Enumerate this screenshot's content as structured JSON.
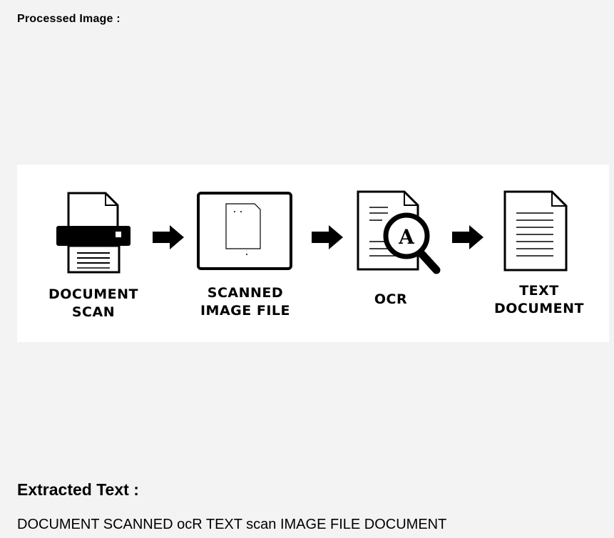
{
  "processed_image": {
    "label": "Processed Image :",
    "steps": [
      {
        "line1": "DOCUMENT",
        "line2": "SCAN",
        "icon": "printer-scanner-icon"
      },
      {
        "line1": "SCANNED",
        "line2": "IMAGE FILE",
        "icon": "image-file-icon"
      },
      {
        "line1": "OCR",
        "line2": "",
        "icon": "magnifier-document-icon"
      },
      {
        "line1": "TEXT",
        "line2": "DOCUMENT",
        "icon": "text-document-icon"
      }
    ],
    "arrows": [
      "arrow-right-icon",
      "arrow-right-icon",
      "arrow-right-icon"
    ],
    "background_color": "#ffffff"
  },
  "extracted": {
    "heading": "Extracted Text :",
    "text": "DOCUMENT SCANNED ocR TEXT scan IMAGE FILE DOCUMENT"
  },
  "page_background": "#f3f3f3"
}
